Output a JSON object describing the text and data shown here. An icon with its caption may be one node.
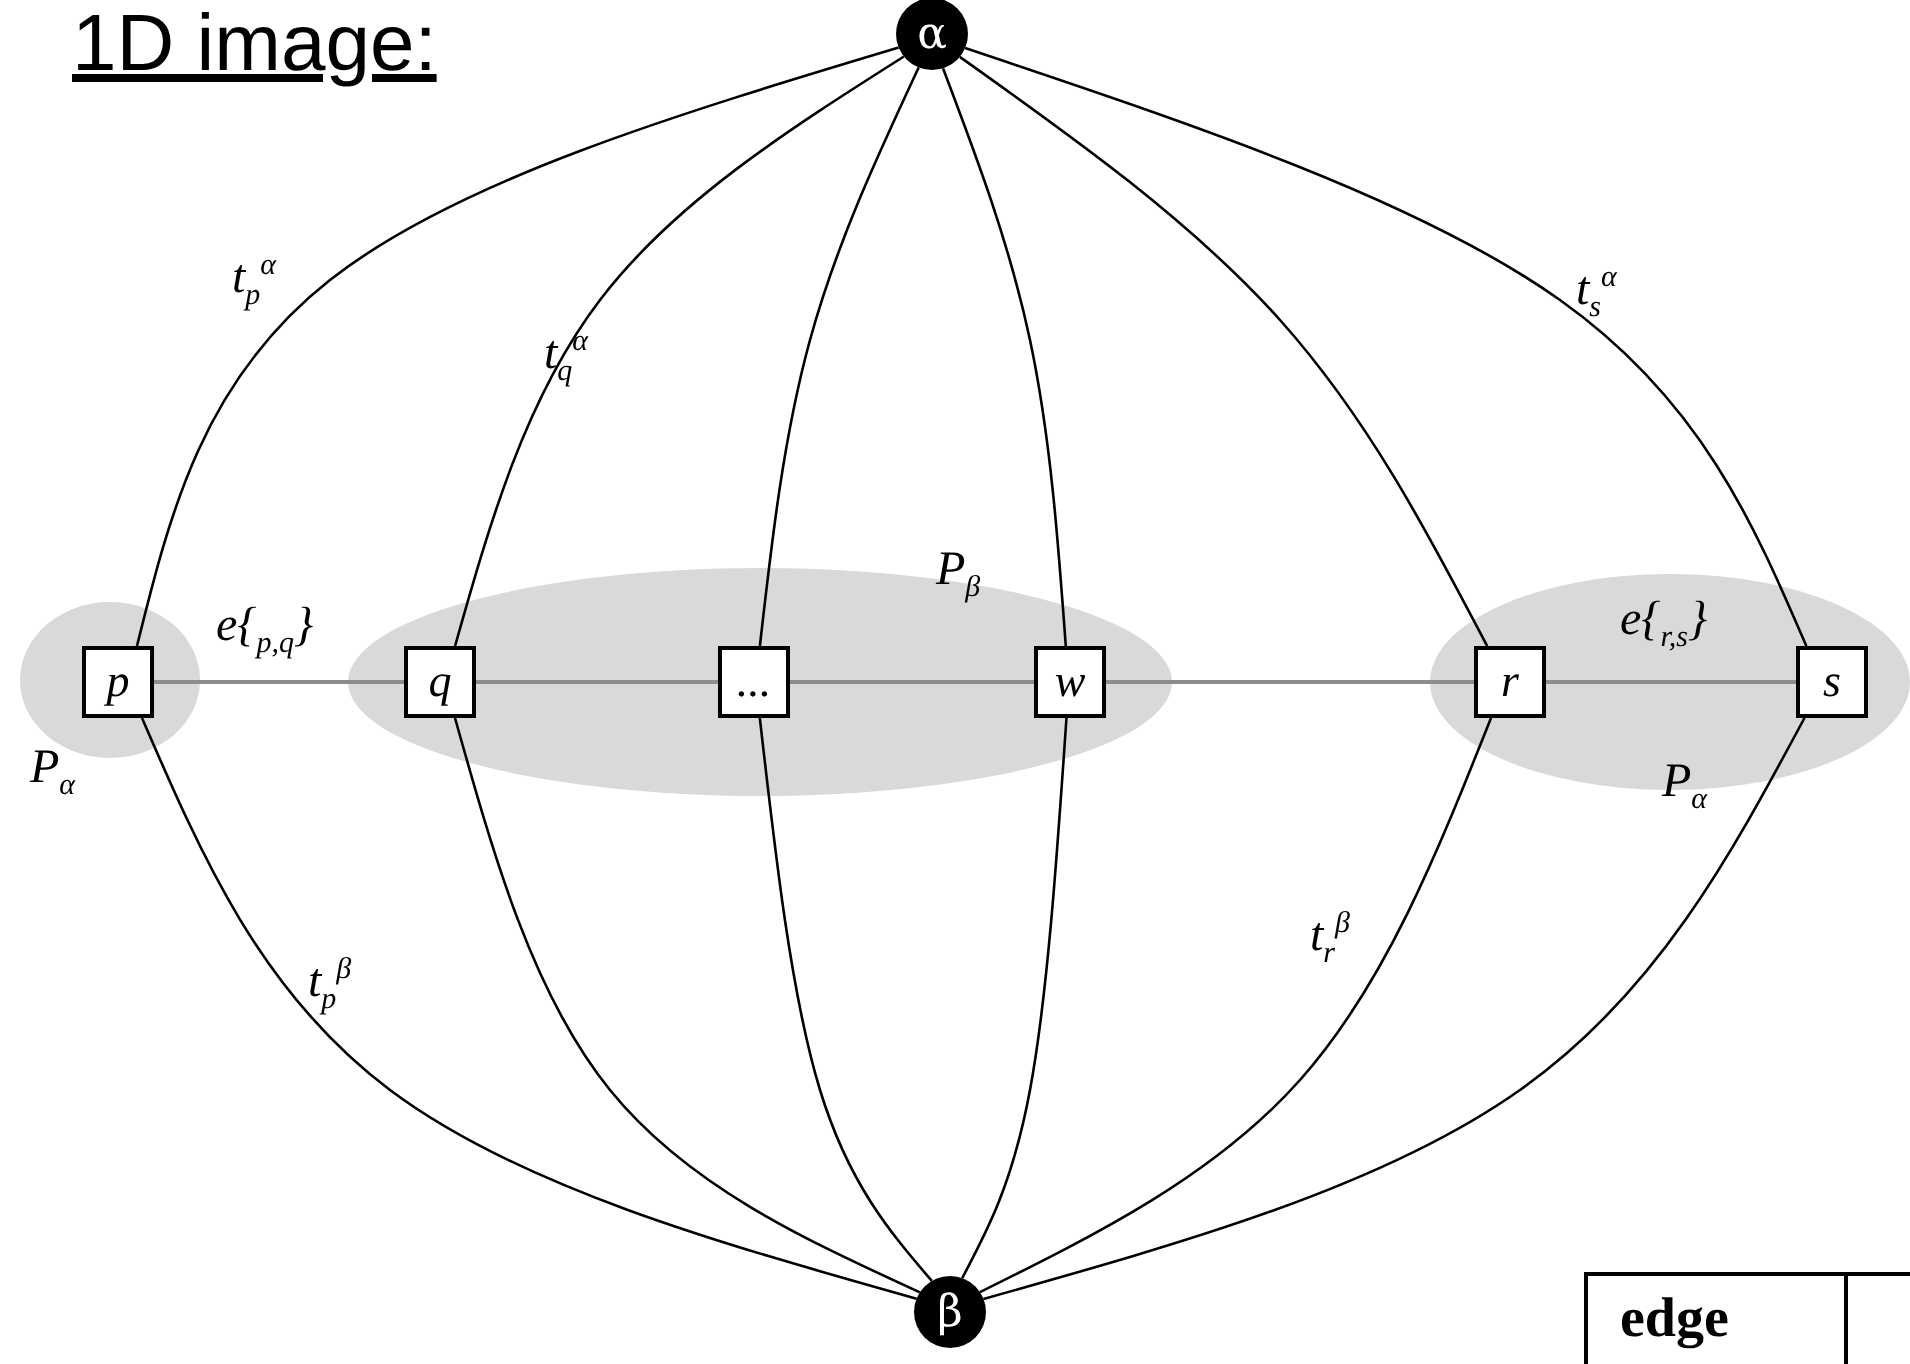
{
  "diagram": {
    "title": "1D image:",
    "nodes": [
      {
        "text": [
          "α"
        ]
      },
      {
        "text": [
          "P$_{α}$"
        ]
      },
      {
        "text": [
          "p"
        ],
        "in": 1
      },
      {
        "text": [
          "P$_{β}$"
        ]
      },
      {
        "text": [
          "q"
        ],
        "in": 3
      },
      {
        "text": [
          "..."
        ],
        "in": 3
      },
      {
        "text": [
          "w"
        ],
        "in": 3
      },
      {
        "text": [
          "P$_{α}$"
        ]
      },
      {
        "text": [
          "r"
        ],
        "in": 7
      },
      {
        "text": [
          "s"
        ],
        "in": 7
      },
      {
        "text": [
          "β"
        ]
      }
    ],
    "edges": [
      {
        "from": 0,
        "to": 2,
        "arrow": "none",
        "label": "t$_{p}$$^{α}$"
      },
      {
        "from": 0,
        "to": 4,
        "arrow": "none",
        "label": "t$_{q}$$^{α}$"
      },
      {
        "from": 0,
        "to": 5,
        "arrow": "none"
      },
      {
        "from": 0,
        "to": 6,
        "arrow": "none"
      },
      {
        "from": 0,
        "to": 8,
        "arrow": "none"
      },
      {
        "from": 0,
        "to": 9,
        "arrow": "none",
        "label": "t$_{s}$$^{α}$"
      },
      {
        "from": 2,
        "to": 10,
        "arrow": "none",
        "label": "t$_{p}$$^{β}$"
      },
      {
        "from": 4,
        "to": 10,
        "arrow": "none"
      },
      {
        "from": 5,
        "to": 10,
        "arrow": "none"
      },
      {
        "from": 6,
        "to": 10,
        "arrow": "none"
      },
      {
        "from": 8,
        "to": 10,
        "arrow": "none",
        "label": "t$_{r}$$^{β}$"
      },
      {
        "from": 9,
        "to": 10,
        "arrow": "none"
      },
      {
        "from": 2,
        "to": 4,
        "arrow": "none",
        "label": "e{$_{p,q}$}",
        "color": "#8c8c8c"
      },
      {
        "from": 4,
        "to": 5,
        "arrow": "none",
        "color": "#8c8c8c"
      },
      {
        "from": 5,
        "to": 6,
        "arrow": "none",
        "color": "#8c8c8c"
      },
      {
        "from": 6,
        "to": 8,
        "arrow": "none",
        "color": "#8c8c8c"
      },
      {
        "from": 8,
        "to": 9,
        "arrow": "none",
        "label": "e{$_{r,s}$}",
        "color": "#8c8c8c"
      }
    ],
    "labels": [
      "edge"
    ]
  }
}
